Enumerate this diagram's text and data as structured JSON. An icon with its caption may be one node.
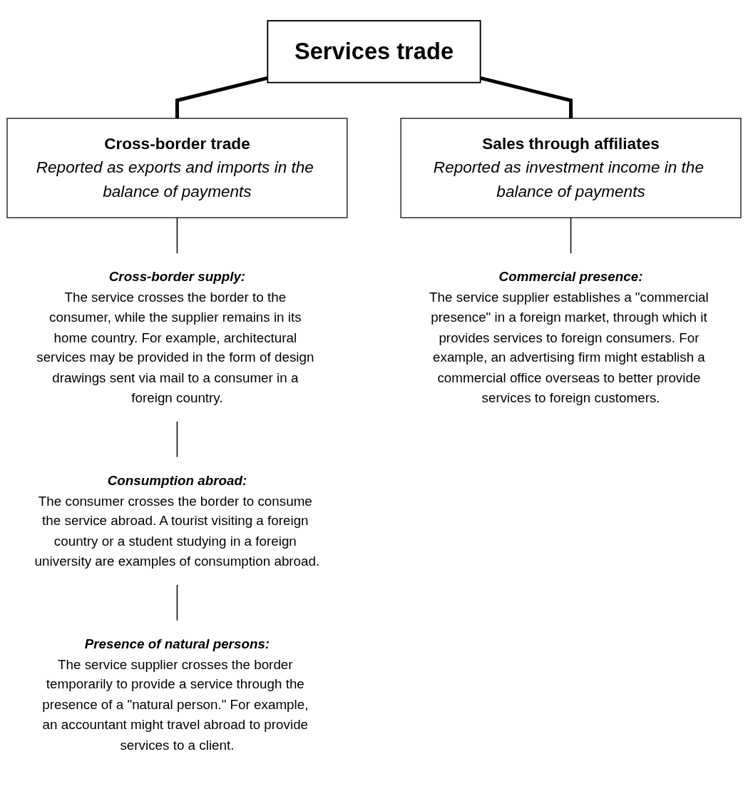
{
  "diagram": {
    "nodes": [
      {
        "text": [
          "Services trade"
        ]
      },
      {
        "text": [
          "Cross-border trade",
          "Reported as exports and imports in the balance of payments"
        ]
      },
      {
        "text": [
          "Sales through affiliates",
          "Reported as investment income in the balance of payments"
        ]
      },
      {
        "text": [
          "Cross-border supply:",
          "The service crosses the border to the consumer, while the supplier remains in its home country. For example, architectural services may be provided in the form of design drawings sent via mail to a consumer in a foreign country."
        ]
      },
      {
        "text": [
          "Consumption abroad:",
          "The consumer crosses the border to consume the service abroad. A tourist visiting a foreign country or a student studying in a foreign university are examples of consumption abroad."
        ]
      },
      {
        "text": [
          "Presence of natural persons:",
          "The service supplier crosses the border temporarily to provide a service through the presence of a \"natural person.\" For example, an accountant might travel abroad to provide services to a client."
        ]
      },
      {
        "text": [
          "Commercial presence:",
          "The service supplier establishes a \"commercial presence\" in a foreign market, through which it provides services to foreign consumers. For example, an advertising firm might establish a commercial office overseas to better provide services to foreign customers."
        ]
      }
    ],
    "edges": [
      {
        "from": 0,
        "to": 1,
        "arrow": "none",
        "style": "thick"
      },
      {
        "from": 0,
        "to": 2,
        "arrow": "none",
        "style": "thick"
      },
      {
        "from": 1,
        "to": 3,
        "arrow": "none"
      },
      {
        "from": 3,
        "to": 4,
        "arrow": "none"
      },
      {
        "from": 4,
        "to": 5,
        "arrow": "none"
      },
      {
        "from": 2,
        "to": 6,
        "arrow": "none"
      }
    ]
  }
}
